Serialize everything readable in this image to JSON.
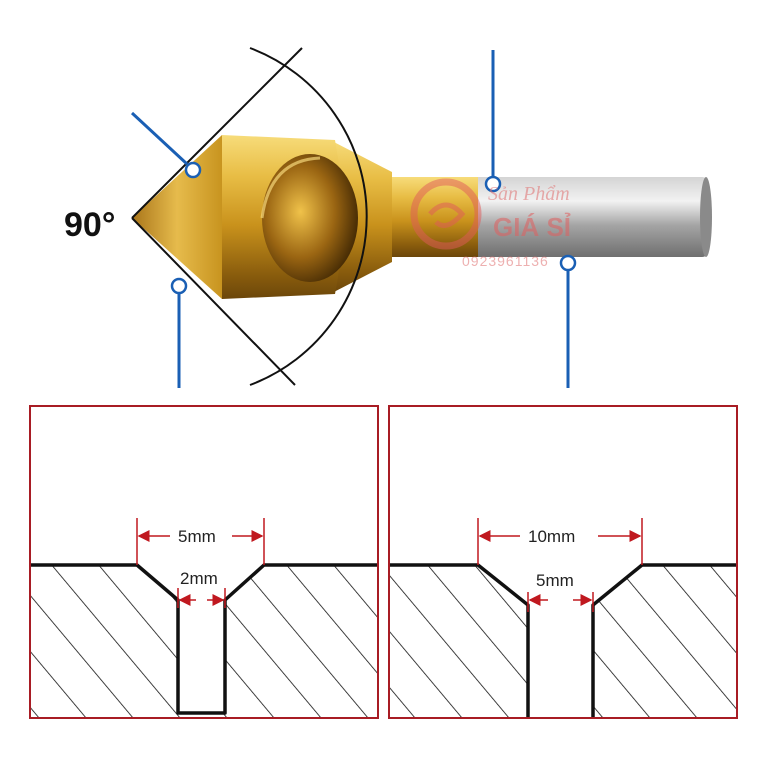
{
  "product": {
    "angle_label": "90°"
  },
  "watermark": {
    "line1": "Sản Phẩm",
    "line2": "GIÁ SỈ",
    "phone": "0923961136"
  },
  "panels": [
    {
      "top_dimension": "5mm",
      "hole_dimension": "2mm"
    },
    {
      "top_dimension": "10mm",
      "hole_dimension": "5mm"
    }
  ],
  "colors": {
    "gold": "#d9a629",
    "steel": "#a9a9a9",
    "callout": "#1a5fb4",
    "frame": "#a81c24",
    "dimension": "#c0181f",
    "watermark": "#e05a5a"
  }
}
